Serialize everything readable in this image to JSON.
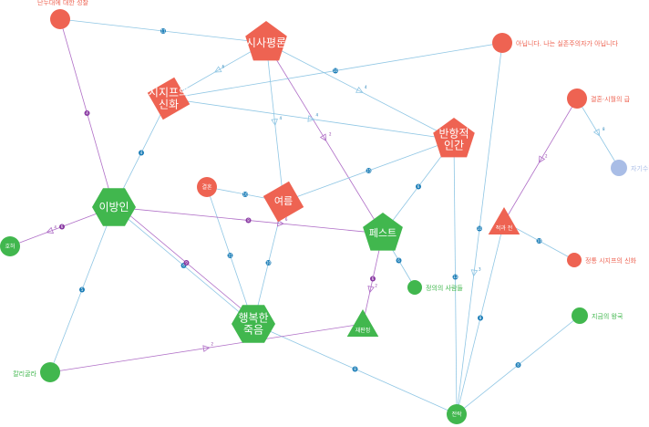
{
  "colors": {
    "red": "#ee6352",
    "green": "#41b74e",
    "blue": "#a9bde6",
    "edge_blue": "#8fc6e4",
    "edge_purple": "#b06fc7",
    "badge_blue": "#1e7fb8",
    "badge_purple": "#8a3aa3"
  },
  "nodes": [
    {
      "id": "dandoe",
      "label": "단두대에 대한 성찰",
      "color": "red",
      "shape": "circle",
      "label_pos": "above"
    },
    {
      "id": "sisa",
      "label": "시사평론",
      "color": "red",
      "shape": "pentagon",
      "label_pos": "inside"
    },
    {
      "id": "anida",
      "label": "아닙니다. 나는 실존주의자가 아닙니다",
      "color": "red",
      "shape": "circle",
      "label_pos": "right"
    },
    {
      "id": "sisyphus",
      "label": "시지프의\n신화",
      "color": "red",
      "shape": "diamond",
      "label_pos": "inside"
    },
    {
      "id": "silhon",
      "label": "결혼·시월의 급",
      "color": "red",
      "shape": "circle",
      "label_pos": "right"
    },
    {
      "id": "banhang",
      "label": "반항적\n인간",
      "color": "red",
      "shape": "pentagon",
      "label_pos": "inside"
    },
    {
      "id": "gyeolhon",
      "label": "결혼",
      "color": "red",
      "shape": "circle",
      "label_pos": "inside"
    },
    {
      "id": "yeoreum",
      "label": "여름",
      "color": "red",
      "shape": "diamond",
      "label_pos": "inside"
    },
    {
      "id": "jeokgwa",
      "label": "적과 전",
      "color": "red",
      "shape": "triangle",
      "label_pos": "inside"
    },
    {
      "id": "sifrye",
      "label": "정통 시지프의 신화",
      "color": "red",
      "shape": "circle",
      "label_pos": "right"
    },
    {
      "id": "ibangin",
      "label": "이방인",
      "color": "green",
      "shape": "hexagon",
      "label_pos": "inside"
    },
    {
      "id": "peseuteu",
      "label": "페스트",
      "color": "green",
      "shape": "pentagon",
      "label_pos": "inside"
    },
    {
      "id": "haengbok",
      "label": "행복한\n죽음",
      "color": "green",
      "shape": "hexagon",
      "label_pos": "inside"
    },
    {
      "id": "jeongui",
      "label": "정의의 사람들",
      "color": "green",
      "shape": "circle",
      "label_pos": "right"
    },
    {
      "id": "jaepan",
      "label": "재판정",
      "color": "green",
      "shape": "triangle",
      "label_pos": "inside"
    },
    {
      "id": "hoheo",
      "label": "호허",
      "color": "green",
      "shape": "circle",
      "label_pos": "inside"
    },
    {
      "id": "kaligula",
      "label": "칼리굴라",
      "color": "green",
      "shape": "circle",
      "label_pos": "left"
    },
    {
      "id": "jeonrak",
      "label": "전락",
      "color": "green",
      "shape": "circle",
      "label_pos": "inside"
    },
    {
      "id": "jigeum",
      "label": "지금의 왕국",
      "color": "green",
      "shape": "circle",
      "label_pos": "right"
    },
    {
      "id": "jagi",
      "label": "자기수정",
      "color": "blue",
      "shape": "circle",
      "label_pos": "right"
    }
  ],
  "edges": [
    {
      "from": "dandoe",
      "to": "sisa",
      "color": "edge_blue",
      "badge": "11"
    },
    {
      "from": "dandoe",
      "to": "ibangin",
      "color": "edge_purple",
      "badge": "4"
    },
    {
      "from": "sisa",
      "to": "sisyphus",
      "color": "edge_blue",
      "badge": "",
      "arrow": "6"
    },
    {
      "from": "sisa",
      "to": "banhang",
      "color": "edge_blue",
      "badge": "",
      "arrow": "4"
    },
    {
      "from": "sisa",
      "to": "yeoreum",
      "color": "edge_blue",
      "badge": "",
      "arrow": "4"
    },
    {
      "from": "sisa",
      "to": "peseuteu",
      "color": "edge_purple",
      "badge": "",
      "arrow": "2"
    },
    {
      "from": "anida",
      "to": "sisyphus",
      "color": "edge_blue",
      "badge": "10"
    },
    {
      "from": "anida",
      "to": "jeonrak",
      "color": "edge_blue",
      "badge": "10",
      "arrow": "3"
    },
    {
      "from": "sisyphus",
      "to": "banhang",
      "color": "edge_blue",
      "badge": "",
      "arrow": "4"
    },
    {
      "from": "sisyphus",
      "to": "ibangin",
      "color": "edge_blue",
      "badge": "4"
    },
    {
      "from": "silhon",
      "to": "jagi",
      "color": "edge_blue",
      "badge": "",
      "arrow": "8"
    },
    {
      "from": "silhon",
      "to": "jeokgwa",
      "color": "edge_purple",
      "badge": "",
      "arrow": "2"
    },
    {
      "from": "banhang",
      "to": "yeoreum",
      "color": "edge_blue",
      "badge": "15"
    },
    {
      "from": "banhang",
      "to": "peseuteu",
      "color": "edge_blue",
      "badge": "6"
    },
    {
      "from": "banhang",
      "to": "jeonrak",
      "color": "edge_blue",
      "badge": "13"
    },
    {
      "from": "gyeolhon",
      "to": "yeoreum",
      "color": "edge_blue",
      "badge": "10"
    },
    {
      "from": "gyeolhon",
      "to": "haengbok",
      "color": "edge_blue",
      "badge": "11"
    },
    {
      "from": "yeoreum",
      "to": "haengbok",
      "color": "edge_blue",
      "badge": "10"
    },
    {
      "from": "jeokgwa",
      "to": "sifrye",
      "color": "edge_blue",
      "badge": "10"
    },
    {
      "from": "jeokgwa",
      "to": "jeonrak",
      "color": "edge_blue",
      "badge": "8"
    },
    {
      "from": "ibangin",
      "to": "peseuteu",
      "color": "edge_purple",
      "badge": "8",
      "arrow": "6"
    },
    {
      "from": "ibangin",
      "to": "haengbok",
      "color": "edge_blue",
      "badge": "6"
    },
    {
      "from": "ibangin",
      "to": "haengbok",
      "color": "edge_purple",
      "badge": "9"
    },
    {
      "from": "ibangin",
      "to": "hoheo",
      "color": "edge_purple",
      "badge": "6",
      "arrow": "4"
    },
    {
      "from": "ibangin",
      "to": "kaligula",
      "color": "edge_blue",
      "badge": "5"
    },
    {
      "from": "peseuteu",
      "to": "jeongui",
      "color": "edge_blue",
      "badge": "6"
    },
    {
      "from": "peseuteu",
      "to": "jaepan",
      "color": "edge_purple",
      "badge": "6",
      "arrow": "2"
    },
    {
      "from": "haengbok",
      "to": "jeonrak",
      "color": "edge_blue",
      "badge": "8"
    },
    {
      "from": "kaligula",
      "to": "jaepan",
      "color": "edge_purple",
      "badge": "",
      "arrow": "2"
    },
    {
      "from": "jeonrak",
      "to": "jigeum",
      "color": "edge_blue",
      "badge": "8"
    }
  ]
}
